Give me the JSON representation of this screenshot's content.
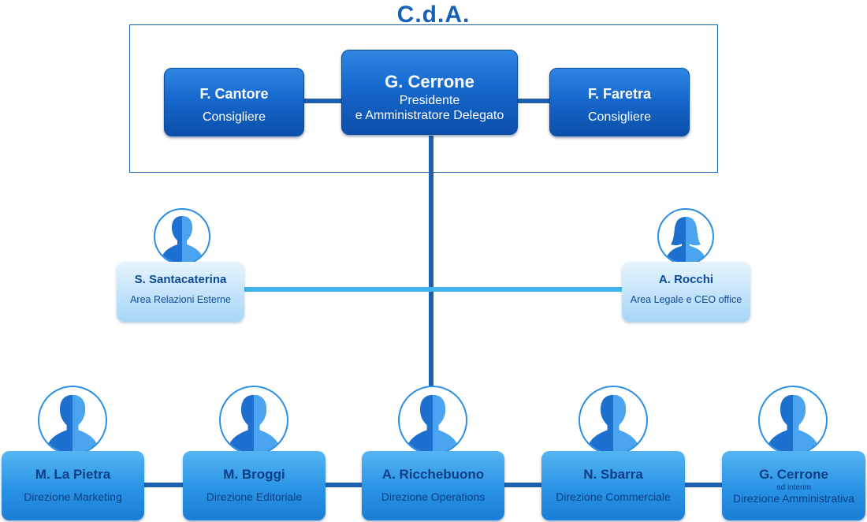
{
  "title": "C.d.A.",
  "board": [
    {
      "name": "F. Cantore",
      "role": "Consigliere"
    },
    {
      "name": "G. Cerrone",
      "role_line1": "Presidente",
      "role_line2": "e Amministratore Delegato"
    },
    {
      "name": "F. Faretra",
      "role": "Consigliere"
    }
  ],
  "staff": [
    {
      "name": "S. Santacaterina",
      "role": "Area Relazioni Esterne",
      "avatar": "male-person-icon"
    },
    {
      "name": "A. Rocchi",
      "role": "Area Legale e CEO office",
      "avatar": "female-person-icon"
    }
  ],
  "directors": [
    {
      "name": "M. La Pietra",
      "role": "Direzione Marketing",
      "avatar": "male-person-icon"
    },
    {
      "name": "M. Broggi",
      "role": "Direzione Editoriale",
      "avatar": "male-person-icon"
    },
    {
      "name": "A. Ricchebuono",
      "role": "Direzione Operations",
      "avatar": "male-person-icon"
    },
    {
      "name": "N. Sbarra",
      "role": "Direzione Commerciale",
      "avatar": "male-person-icon"
    },
    {
      "name": "G. Cerrone",
      "note": "ad interim",
      "role": "Direzione Amministrativa",
      "avatar": "male-person-icon"
    }
  ],
  "colors": {
    "dark_box": "#1568cc",
    "light_box": "#c2e3fa",
    "connector_dark": "#1f5fb0",
    "connector_light": "#40b3ec"
  }
}
